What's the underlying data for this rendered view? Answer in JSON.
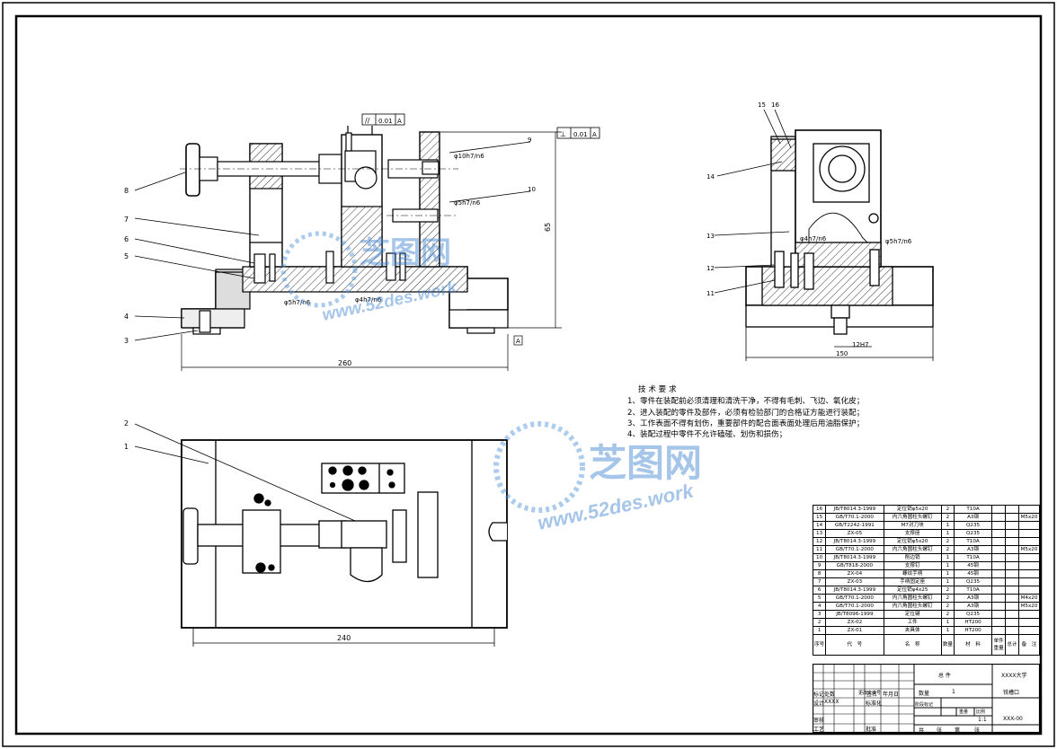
{
  "watermark": {
    "brand": "芝图网",
    "url": "www.52des.work"
  },
  "tolerance_frames": [
    {
      "symbol": "//",
      "value": "0.01",
      "datum": "A"
    },
    {
      "symbol": "⊥",
      "value": "0.01",
      "datum": "A"
    }
  ],
  "front_view": {
    "labels": [
      "8",
      "7",
      "6",
      "5",
      "4",
      "3",
      "9",
      "10"
    ],
    "annotations": [
      "φ10h7/n6",
      "φ5h7/n6",
      "φ5h7/n6",
      "φ4h7/n6"
    ],
    "dims": {
      "width": "260",
      "height": "65",
      "datum": "A"
    }
  },
  "side_view": {
    "labels": [
      "15",
      "16",
      "14",
      "13",
      "12",
      "11"
    ],
    "annotations": [
      "φ4h7/n6",
      "φ5h7/n6",
      "12H7"
    ],
    "dims": {
      "width": "150"
    }
  },
  "top_view": {
    "labels": [
      "2",
      "1"
    ],
    "dims": {
      "width": "240"
    }
  },
  "tech_requirements": {
    "title": "技 术 要 求",
    "items": [
      "1、零件在装配前必须清理和清洗干净，不得有毛刺、飞边、氧化皮；",
      "2、进入装配的零件及部件，必须有检验部门的合格证方能进行装配；",
      "3、工作表面不得有划伤，重要部件的配合面表面处理后用油脂保护；",
      "4、装配过程中零件不允许磕碰、划伤和损伤；"
    ]
  },
  "bom": {
    "rows": [
      {
        "no": "16",
        "code": "JB/T8014.3-1999",
        "name": "定位销φ5x20",
        "qty": "2",
        "mat": "T10A",
        "note": ""
      },
      {
        "no": "15",
        "code": "GB/T70.1-2000",
        "name": "内六角圆柱头螺钉",
        "qty": "2",
        "mat": "A3钢",
        "note": "M5x20"
      },
      {
        "no": "14",
        "code": "GB/T2242-1991",
        "name": "M7对刀块",
        "qty": "1",
        "mat": "Q235",
        "note": ""
      },
      {
        "no": "13",
        "code": "ZX-05",
        "name": "支撑座",
        "qty": "1",
        "mat": "Q235",
        "note": ""
      },
      {
        "no": "12",
        "code": "JB/T8014.3-1999",
        "name": "定位销φ5x20",
        "qty": "2",
        "mat": "T10A",
        "note": ""
      },
      {
        "no": "11",
        "code": "GB/T70.1-2000",
        "name": "内六角圆柱头螺钉",
        "qty": "2",
        "mat": "A3钢",
        "note": "M5x20"
      },
      {
        "no": "10",
        "code": "JB/T8014.3-1999",
        "name": "削边销",
        "qty": "1",
        "mat": "T10A",
        "note": ""
      },
      {
        "no": "9",
        "code": "GB/T818-2000",
        "name": "支撑钉",
        "qty": "1",
        "mat": "45钢",
        "note": ""
      },
      {
        "no": "8",
        "code": "ZX-04",
        "name": "螺纹手柄",
        "qty": "1",
        "mat": "45钢",
        "note": ""
      },
      {
        "no": "7",
        "code": "ZX-03",
        "name": "手柄固定座",
        "qty": "1",
        "mat": "Q235",
        "note": ""
      },
      {
        "no": "6",
        "code": "JB/T8014.3-1999",
        "name": "定位销φ4x25",
        "qty": "2",
        "mat": "T10A",
        "note": ""
      },
      {
        "no": "5",
        "code": "GB/T70.1-2000",
        "name": "内六角圆柱头螺钉",
        "qty": "2",
        "mat": "A3钢",
        "note": "M4x20"
      },
      {
        "no": "4",
        "code": "GB/T70.1-2000",
        "name": "内六角圆柱头螺钉",
        "qty": "2",
        "mat": "A3钢",
        "note": "M5x20"
      },
      {
        "no": "3",
        "code": "JB/T8096-1999",
        "name": "定位键",
        "qty": "2",
        "mat": "Q235",
        "note": ""
      },
      {
        "no": "2",
        "code": "ZX-02",
        "name": "工件",
        "qty": "1",
        "mat": "HT200",
        "note": ""
      },
      {
        "no": "1",
        "code": "ZX-01",
        "name": "夹具体",
        "qty": "1",
        "mat": "HT200",
        "note": ""
      }
    ],
    "header": {
      "no": "序号",
      "code": "代　号",
      "name": "名　称",
      "qty": "数量",
      "mat": "材　料",
      "unit": "单件",
      "total": "总计",
      "weight": "重量",
      "note": "备　注"
    }
  },
  "title_block": {
    "assembly": "总 件",
    "school": "XXXX大学",
    "qty_label": "数量",
    "qty": "1",
    "drawing_name": "铣槽口",
    "stage_label": "阶段标记",
    "weight_label": "重量",
    "scale_label": "比例",
    "scale": "1:1",
    "drawing_no": "XXX-00",
    "rev_labels": [
      "标记",
      "处数",
      "更改文件号",
      "签名",
      "年月日"
    ],
    "design_label": "设计",
    "designer": "XXXX",
    "std_label": "标准化",
    "review_label": "审核",
    "process_label": "工艺",
    "approve_label": "批准",
    "sheet_info": [
      "共",
      "张",
      "第",
      "张"
    ]
  }
}
